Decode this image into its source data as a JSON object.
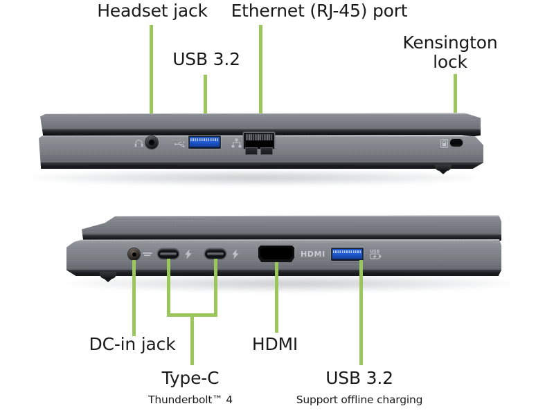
{
  "page": {
    "title": "Laptop port layout diagram",
    "background_color": "#ffffff",
    "accent_color": "#9ac65c",
    "chassis_color": "#7a7e84"
  },
  "callouts": {
    "headset_jack": {
      "label": "Headset jack"
    },
    "usb32_top": {
      "label": "USB 3.2"
    },
    "ethernet": {
      "label": "Ethernet (RJ-45) port"
    },
    "kensington": {
      "label": "Kensington\nlock"
    },
    "dc_in": {
      "label": "DC-in jack"
    },
    "type_c": {
      "label": "Type-C",
      "sub": "Thunderbolt™ 4"
    },
    "hdmi": {
      "label": "HDMI"
    },
    "usb32_bottom": {
      "label": "USB 3.2",
      "sub": "Support offline charging"
    }
  },
  "views": {
    "top": {
      "name": "left-side-view",
      "ports": [
        {
          "id": "headset-jack",
          "type": "audio-jack",
          "icon": "headset-icon"
        },
        {
          "id": "usb-a-port",
          "type": "usb-a",
          "icon": "usb-trident-icon",
          "color": "#2463de"
        },
        {
          "id": "ethernet-port",
          "type": "rj45",
          "icon": "network-icon"
        },
        {
          "id": "kensington-slot",
          "type": "lock-slot",
          "icon": "lock-icon"
        }
      ]
    },
    "bottom": {
      "name": "right-side-view",
      "ports": [
        {
          "id": "dc-in-jack",
          "type": "dc-jack",
          "icon": "dc-in-icon"
        },
        {
          "id": "usb-c-port-1",
          "type": "usb-c",
          "icon": "thunderbolt-icon"
        },
        {
          "id": "usb-c-port-2",
          "type": "usb-c",
          "icon": "thunderbolt-icon"
        },
        {
          "id": "hdmi-port",
          "type": "hdmi",
          "wordmark": "HDMI"
        },
        {
          "id": "usb-a-charging-port",
          "type": "usb-a",
          "icon": "usb-battery-charging-icon",
          "color": "#2463de"
        }
      ]
    }
  }
}
